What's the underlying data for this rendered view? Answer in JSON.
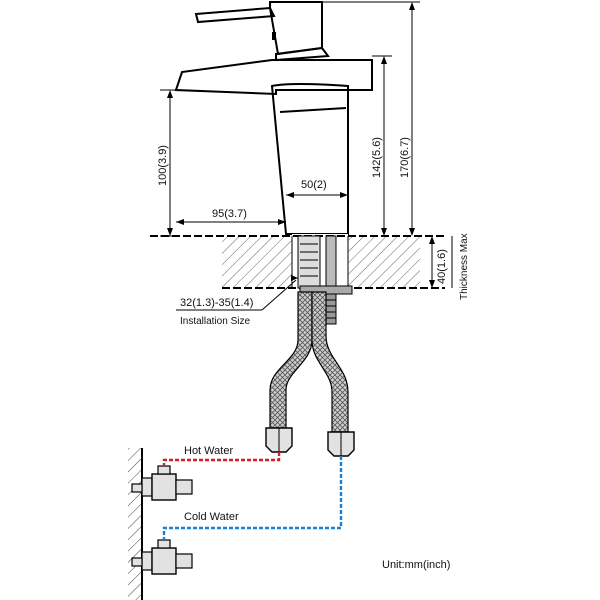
{
  "dimensions": {
    "spout_height": "100(3.9)",
    "spout_reach": "95(3.7)",
    "body_width": "50(2)",
    "body_height": "142(5.6)",
    "overall_height": "170(6.7)",
    "deck_thickness": "40(1.6)",
    "deck_thickness_label": "Thickness Max",
    "hole_size": "32(1.3)-35(1.4)",
    "hole_size_label": "Installation Size"
  },
  "supply": {
    "hot_label": "Hot Water",
    "cold_label": "Cold Water",
    "hot_color": "#d42020",
    "cold_color": "#1a7fd1"
  },
  "units_note": "Unit:mm(inch)"
}
